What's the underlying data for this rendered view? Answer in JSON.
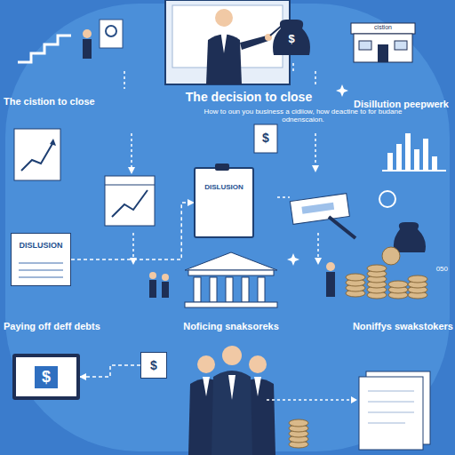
{
  "diagram": {
    "title": "The decision to close",
    "nodes": [
      {
        "text": [
          "DISLUSION"
        ]
      },
      {
        "text": [
          "DISLUSION"
        ]
      },
      {
        "text": [
          "$"
        ]
      },
      {
        "text": [
          "$"
        ]
      }
    ],
    "edges": [
      {
        "from": 0,
        "to": 1,
        "arrow": "to"
      },
      {
        "from": 3,
        "to": 2,
        "arrow": "to"
      }
    ],
    "labels": [
      "The cistion to close",
      "How to oun you business a cidiiow, how deactine to for budane odnenscaion.",
      "Disillution peepwerk",
      "Paying off deff debts",
      "Noficing snaksoreks",
      "Noniffys swakstokers",
      "$",
      "$",
      "cistion",
      "050"
    ]
  }
}
